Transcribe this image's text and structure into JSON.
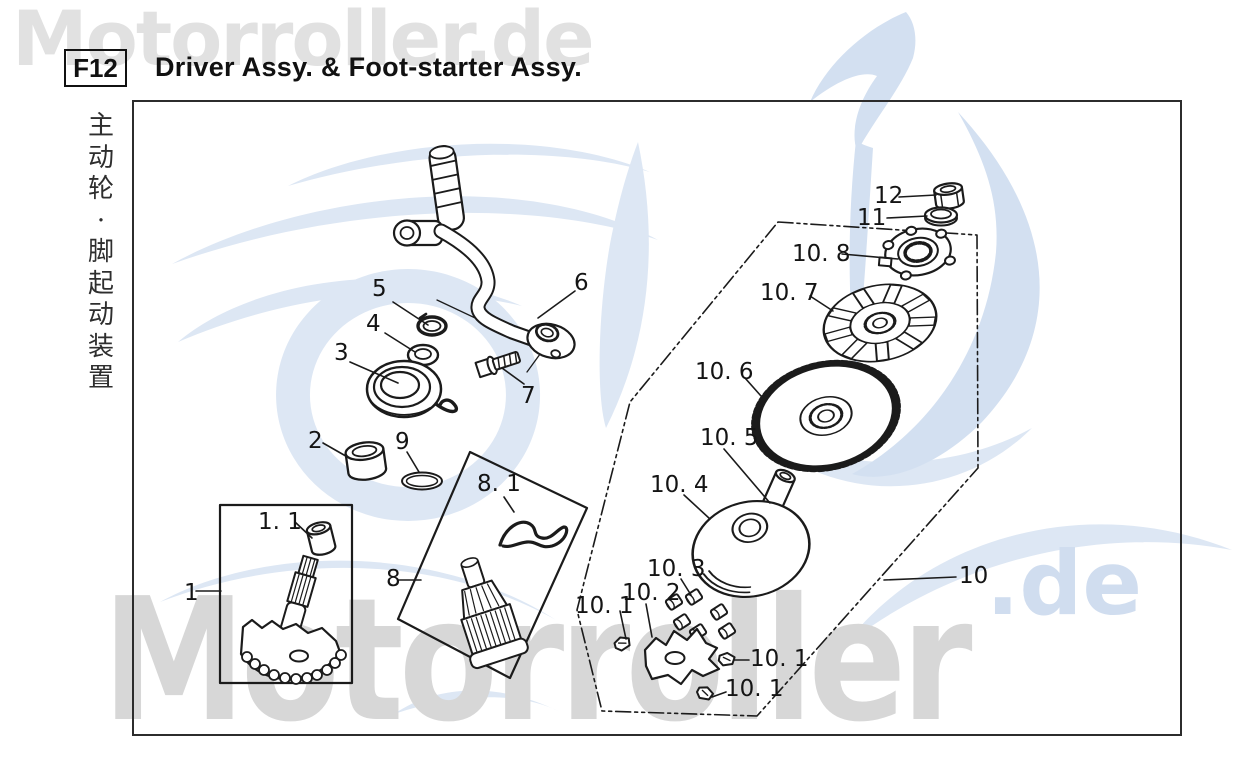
{
  "header": {
    "figure_code": "F12",
    "title": "Driver Assy. & Foot-starter Assy."
  },
  "side_label": {
    "text": "主动轮·脚起动装置",
    "chars": [
      "主",
      "动",
      "轮",
      "·",
      "脚",
      "起",
      "动",
      "装",
      "置"
    ]
  },
  "watermarks": {
    "top": "Motorroller.de",
    "bottom_main": "Motorroller",
    "bottom_suffix": ".de"
  },
  "colors": {
    "line": "#1b1b1b",
    "watermark_gray_top": "#e1e1e1",
    "watermark_gray_bottom": "#d7d7d7",
    "watermark_blue": "#dde7f4",
    "watermark_blue_deep": "#d3e0f1"
  },
  "labels": [
    {
      "id": "label-5",
      "text": "5"
    },
    {
      "id": "label-4",
      "text": "4"
    },
    {
      "id": "label-3",
      "text": "3"
    },
    {
      "id": "label-6",
      "text": "6"
    },
    {
      "id": "label-7",
      "text": "7"
    },
    {
      "id": "label-2",
      "text": "2"
    },
    {
      "id": "label-9",
      "text": "9"
    },
    {
      "id": "label-8-1",
      "text": "8. 1"
    },
    {
      "id": "label-8",
      "text": "8"
    },
    {
      "id": "label-1-1",
      "text": "1. 1"
    },
    {
      "id": "label-1",
      "text": "1"
    },
    {
      "id": "label-12",
      "text": "12"
    },
    {
      "id": "label-11",
      "text": "11"
    },
    {
      "id": "label-10-8",
      "text": "10. 8"
    },
    {
      "id": "label-10-7",
      "text": "10. 7"
    },
    {
      "id": "label-10-6",
      "text": "10. 6"
    },
    {
      "id": "label-10-5",
      "text": "10. 5"
    },
    {
      "id": "label-10-4",
      "text": "10. 4"
    },
    {
      "id": "label-10-3",
      "text": "10. 3"
    },
    {
      "id": "label-10-2",
      "text": "10. 2"
    },
    {
      "id": "label-10-1a",
      "text": "10. 1"
    },
    {
      "id": "label-10-1b",
      "text": "10. 1"
    },
    {
      "id": "label-10-1c",
      "text": "10. 1"
    },
    {
      "id": "label-10",
      "text": "10"
    }
  ]
}
